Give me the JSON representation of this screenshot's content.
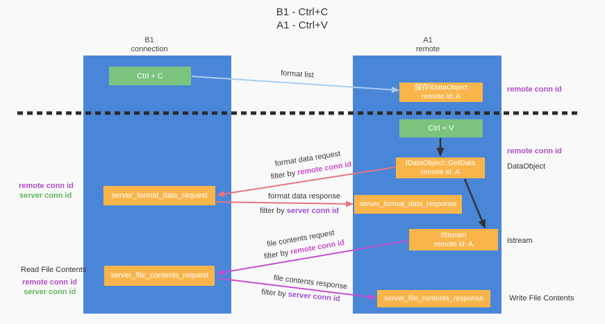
{
  "title": {
    "line1": "B1 - Ctrl+C",
    "line2": "A1 - Ctrl+V"
  },
  "lanes": {
    "b1": {
      "title": "B1",
      "subtitle": "connection"
    },
    "a1": {
      "title": "A1",
      "subtitle": "remote"
    }
  },
  "nodes": {
    "ctrl_c": {
      "label": "Ctrl + C"
    },
    "save_dataobject": {
      "line1": "保存IDataObject",
      "line2": "remote id: A"
    },
    "ctrl_v": {
      "label": "Ctrl + V"
    },
    "getdata": {
      "line1": "IDataObject::GetData",
      "line2": "remote id: A"
    },
    "format_request": {
      "label": "server_format_data_request"
    },
    "format_response": {
      "label": "server_format_data_response"
    },
    "istream": {
      "line1": "IStream",
      "line2": "remote id: A"
    },
    "file_request": {
      "label": "server_file_contents_request"
    },
    "file_response": {
      "label": "server_file_contents_response"
    }
  },
  "arrows": [
    {
      "label": "format list"
    },
    {
      "label": "format data request",
      "filter_prefix": "filter by ",
      "filter_value": "remote conn id"
    },
    {
      "label": "format data response",
      "filter_prefix": "filter by ",
      "filter_value": "server conn id"
    },
    {
      "label": "file contents request",
      "filter_prefix": "filter by ",
      "filter_value": "remote conn id"
    },
    {
      "label": "file contents response",
      "filter_prefix": "filter by ",
      "filter_value": "server conn id"
    }
  ],
  "left_labels": {
    "remote_conn_id_1": "remote conn id",
    "server_conn_id_1": "server conn id",
    "read_file_contents": "Read File Contents",
    "remote_conn_id_2": "remote conn id",
    "server_conn_id_2": "server conn id"
  },
  "right_labels": {
    "remote_conn_id_1": "remote conn id",
    "remote_conn_id_2": "remote conn id",
    "dataobject": "DataObject",
    "istream": "Istream",
    "write_file_contents": "Write File Contents"
  },
  "colors": {
    "lane_blue": "#4a86d8",
    "node_green": "#7cc47e",
    "node_orange": "#f9b54b",
    "arrow_light_blue": "#a9cdee",
    "arrow_red": "#e8737e",
    "arrow_magenta": "#c14fce",
    "arrow_black": "#333333",
    "label_purple": "#b04fc8",
    "label_green": "#5cb85c",
    "filter_remote_highlight": "#cc4ec8",
    "filter_server_highlight": "#a04fd4"
  }
}
